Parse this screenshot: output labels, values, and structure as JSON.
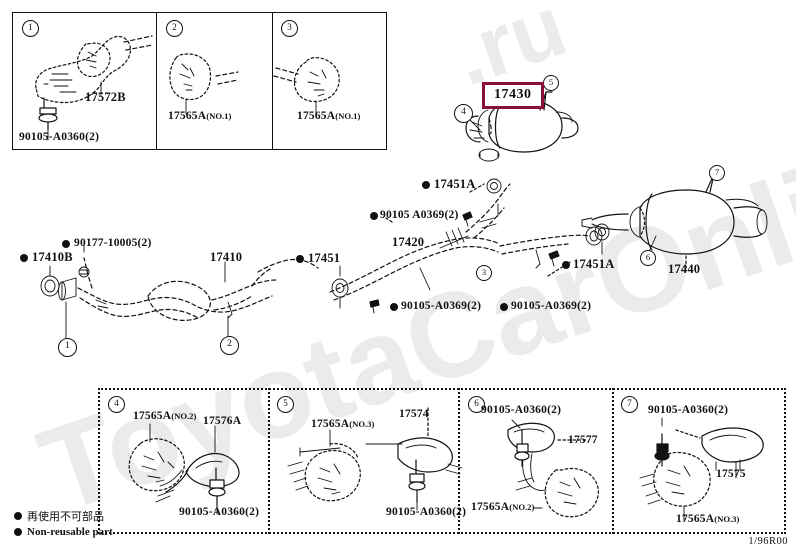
{
  "document": {
    "type": "parts-catalog-diagram",
    "drawing_code": "1/96R00",
    "accent_highlight_color": "#8c1036"
  },
  "legend": {
    "items": [
      {
        "marker": "filled-circle",
        "label_jp": "再使用不可部品"
      },
      {
        "marker": "filled-circle",
        "label_en": "Non-reusable part"
      }
    ]
  },
  "watermark": {
    "line1": "ToyotaCarOnline",
    "line2": ".ru"
  },
  "top_panels": [
    {
      "callout": "1",
      "labels": [
        {
          "text": "17572B"
        },
        {
          "text": "90105-A0360(2)"
        }
      ]
    },
    {
      "callout": "2",
      "labels": [
        {
          "text": "17565A",
          "suffix": "(NO.1)"
        }
      ]
    },
    {
      "callout": "3",
      "labels": [
        {
          "text": "17565A",
          "suffix": "(NO.1)"
        }
      ]
    }
  ],
  "main": {
    "highlighted_part": "17430",
    "labels": [
      {
        "text": "17410B",
        "bullet": true
      },
      {
        "text": "90177-10005(2)",
        "bullet": true
      },
      {
        "text": "17410",
        "bullet": false
      },
      {
        "text": "17451",
        "bullet": true
      },
      {
        "text": "17420",
        "bullet": false
      },
      {
        "text": "17451A",
        "bullet": true
      },
      {
        "text": "90105 A0369(2)",
        "bullet": true
      },
      {
        "text": "17451A",
        "bullet": true
      },
      {
        "text": "90105-A0369(2)",
        "bullet": true
      },
      {
        "text": "90105-A0369(2)",
        "bullet": true
      },
      {
        "text": "17440",
        "bullet": false
      }
    ],
    "callouts": [
      "1",
      "2",
      "3",
      "4",
      "5",
      "6",
      "7"
    ]
  },
  "bottom_panels": [
    {
      "callout": "4",
      "labels": [
        {
          "text": "17565A",
          "suffix": "(NO.2)"
        },
        {
          "text": "17576A"
        },
        {
          "text": "90105-A0360(2)"
        }
      ]
    },
    {
      "callout": "5",
      "labels": [
        {
          "text": "17565A",
          "suffix": "(NO.3)"
        },
        {
          "text": "17574"
        },
        {
          "text": "90105-A0360(2)"
        }
      ]
    },
    {
      "callout": "6",
      "labels": [
        {
          "text": "90105-A0360(2)"
        },
        {
          "text": "17577"
        },
        {
          "text": "17565A",
          "suffix": "(NO.2)"
        }
      ]
    },
    {
      "callout": "7",
      "labels": [
        {
          "text": "90105-A0360(2)"
        },
        {
          "text": "17575"
        },
        {
          "text": "17565A",
          "suffix": "(NO.3)"
        }
      ]
    }
  ]
}
